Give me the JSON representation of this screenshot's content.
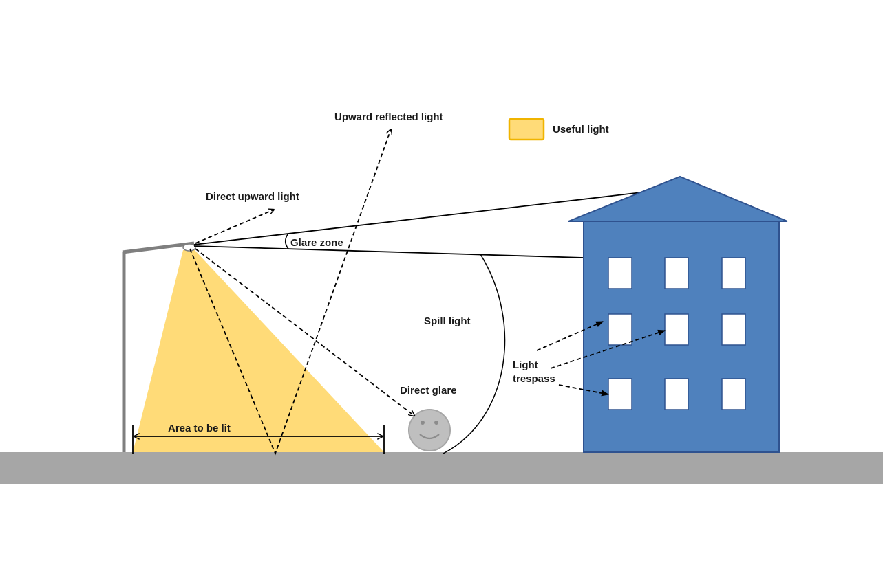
{
  "colors": {
    "useful_light": "#ffdb78",
    "useful_light_border": "#f0b400",
    "building": "#4f81bd",
    "building_outline": "#2f528f",
    "ground": "#a6a6a6",
    "pole": "#7f7f7f",
    "face": "#bfbfbf",
    "line": "#000000"
  },
  "legend": {
    "useful_light_label": "Useful light"
  },
  "labels": {
    "upward_reflected_light": "Upward reflected light",
    "direct_upward_light": "Direct upward light",
    "glare_zone": "Glare zone",
    "spill_light": "Spill light",
    "light_trespass_line1": "Light",
    "light_trespass_line2": "trespass",
    "direct_glare": "Direct glare",
    "area_to_be_lit": "Area to be lit"
  },
  "icons": {
    "observer": "smiley-face-icon",
    "street_lamp": "street-lamp-icon",
    "building": "apartment-building-icon"
  }
}
